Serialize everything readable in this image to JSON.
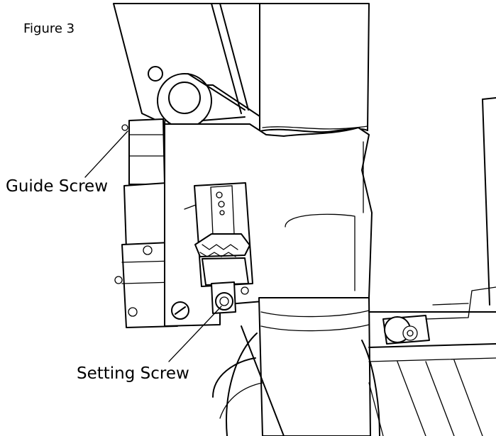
{
  "figure_label": "Figure 3",
  "callouts": {
    "guide_screw": "Guide Screw",
    "setting_screw": "Setting Screw"
  }
}
